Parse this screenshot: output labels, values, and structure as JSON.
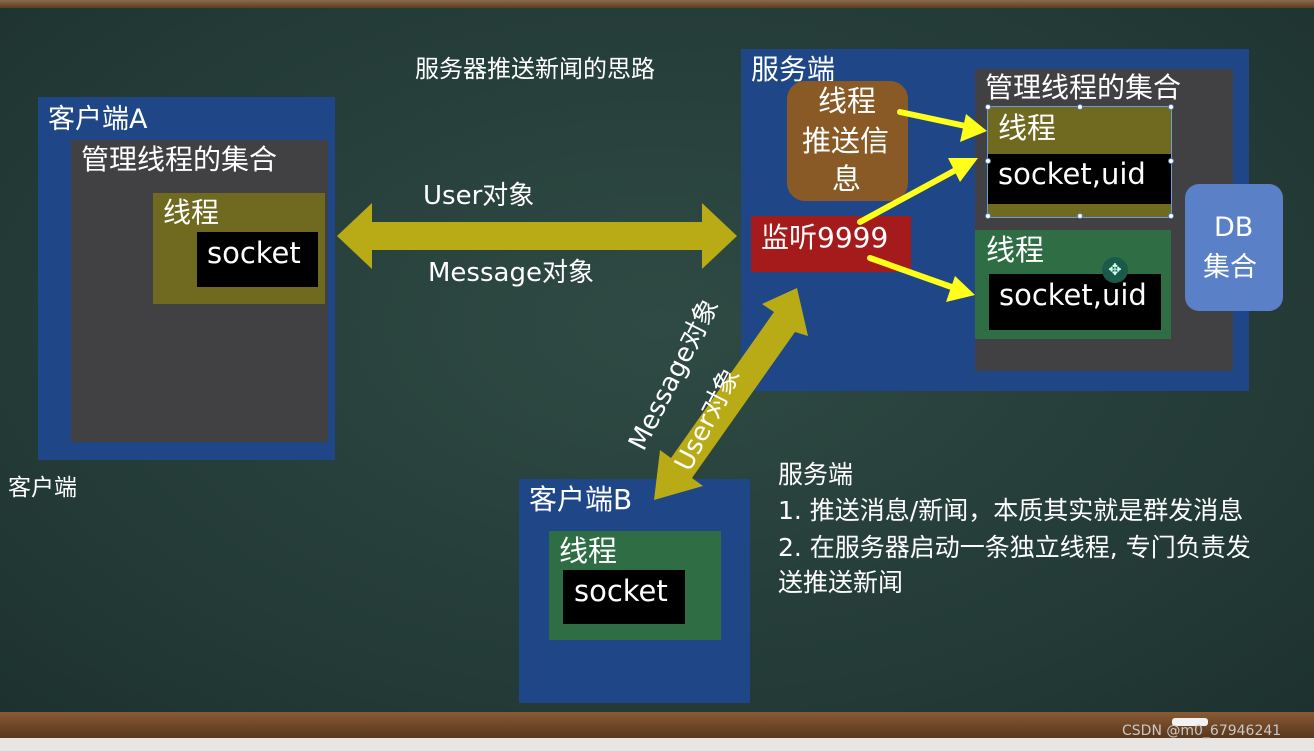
{
  "diagram": {
    "title": "服务器推送新闻的思路",
    "client_a": {
      "label": "客户端A",
      "group_label": "管理线程的集合",
      "thread_label": "线程",
      "socket_label": "socket"
    },
    "client_note": "客户端",
    "arrow_a": {
      "top_label": "User对象",
      "bottom_label": "Message对象"
    },
    "arrow_b": {
      "label_1": "Message对象",
      "label_2": "User对象"
    },
    "client_b": {
      "label": "客户端B",
      "thread_label": "线程",
      "socket_label": "socket"
    },
    "server": {
      "label": "服务端",
      "push_box": {
        "line1": "线程",
        "line2": "推送信",
        "line3": "息"
      },
      "listen_label": "监听9999",
      "group_label": "管理线程的集合",
      "thread_1": {
        "label": "线程",
        "socket_label": "socket,uid"
      },
      "thread_2": {
        "label": "线程",
        "socket_label": "socket,uid"
      },
      "db": {
        "line1": "DB",
        "line2": "集合"
      }
    },
    "notes": {
      "heading": "服务端",
      "item_1": "1. 推送消息/新闻，本质其实就是群发消息",
      "item_2_line1": "2. 在服务器启动一条独立线程, 专门负责发",
      "item_2_line2": "送推送新闻"
    },
    "watermark": "CSDN @m0_67946241",
    "colors": {
      "board": "#253c38",
      "blue": "#1f4787",
      "gray": "#414144",
      "olive": "#6f6a20",
      "green": "#2f6e45",
      "arrow": "#b8ab16",
      "brown": "#8a5a26",
      "red": "#a51b1b",
      "db": "#5a80c8",
      "yellow": "#ffff1a"
    }
  }
}
